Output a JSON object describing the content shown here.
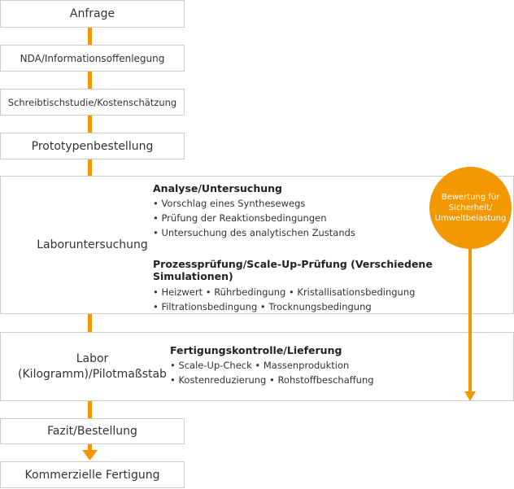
{
  "steps": {
    "anfrage": "Anfrage",
    "nda": "NDA/Informationsoffenlegung",
    "schreibtisch": "Schreibtischstudie/Kostenschätzung",
    "prototyp": "Prototypenbestellung",
    "fazit": "Fazit/Bestellung",
    "kommerziell": "Kommerzielle Fertigung"
  },
  "labor": {
    "label": "Laboruntersuchung",
    "section1": {
      "title": "Analyse/Untersuchung",
      "items": [
        "• Vorschlag eines Synthesewegs",
        "• Prüfung der Reaktionsbedingungen",
        "• Untersuchung des analytischen Zustands"
      ]
    },
    "section2": {
      "title": "Prozessprüfung/Scale-Up-Prüfung (Verschiedene Simulationen)",
      "lines": [
        "• Heizwert  • Rührbedingung  • Kristallisationsbedingung",
        "• Filtrationsbedingung  • Trocknungsbedingung"
      ]
    }
  },
  "pilot": {
    "label_line1": "Labor",
    "label_line2": "(Kilogramm)/Pilotmaßstab",
    "title": "Fertigungskontrolle/Lieferung",
    "lines": [
      "• Scale-Up-Check  • Massenproduktion",
      "• Kostenreduzierung  • Rohstoffbeschaffung"
    ]
  },
  "assessment": {
    "line1": "Bewertung für",
    "line2": "Sicherheit/",
    "line3": "Umweltbelastung"
  },
  "colors": {
    "accent": "#f39800",
    "border": "#cccccc",
    "text": "#333333"
  }
}
